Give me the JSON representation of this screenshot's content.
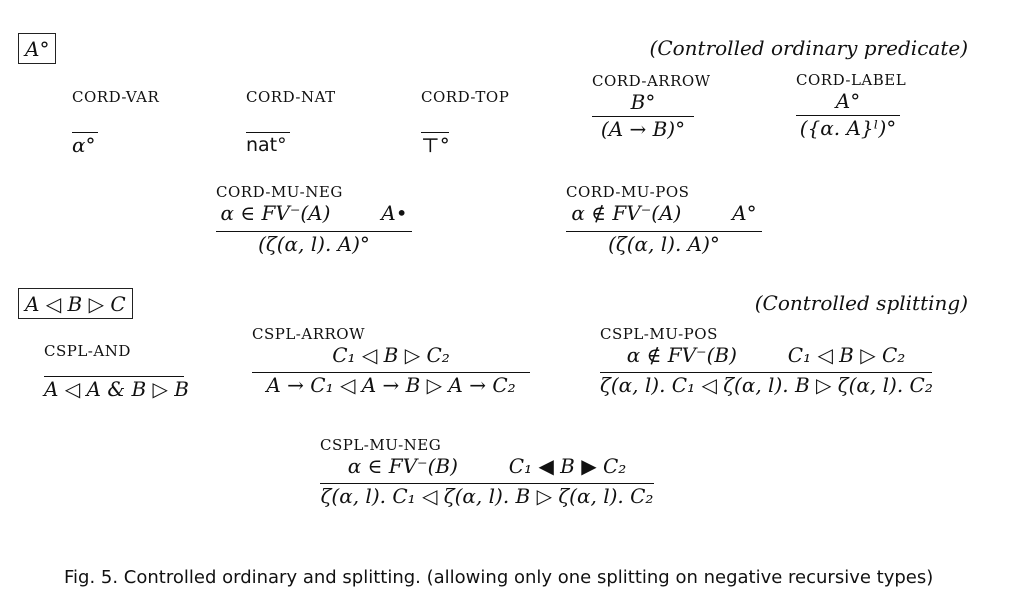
{
  "ordinary": {
    "judgment": "A°",
    "title": "(Controlled ordinary predicate)",
    "rules": [
      {
        "name": "CORD-VAR",
        "premise": "",
        "conclusion": "α°"
      },
      {
        "name": "CORD-NAT",
        "premise": "",
        "conclusion": "nat°"
      },
      {
        "name": "CORD-TOP",
        "premise": "",
        "conclusion": "⊤°"
      },
      {
        "name": "CORD-ARROW",
        "premise": "B°",
        "conclusion": "(A → B)°"
      },
      {
        "name": "CORD-LABEL",
        "premise": "A°",
        "conclusion": "({α. A}ˡ)°"
      },
      {
        "name": "CORD-MU-NEG",
        "premise": "α ∈ FV⁻(A)        A•",
        "conclusion": "(ζ(α, l). A)°"
      },
      {
        "name": "CORD-MU-POS",
        "premise": "α ∉ FV⁻(A)        A°",
        "conclusion": "(ζ(α, l). A)°"
      }
    ]
  },
  "splitting": {
    "judgment": "A ◁ B ▷ C",
    "title": "(Controlled splitting)",
    "rules": [
      {
        "name": "CSPL-AND",
        "premise": "",
        "conclusion": "A ◁ A & B ▷ B"
      },
      {
        "name": "CSPL-ARROW",
        "premise": "C₁ ◁ B ▷ C₂",
        "conclusion": "A → C₁ ◁ A → B ▷ A → C₂"
      },
      {
        "name": "CSPL-MU-POS",
        "premise": "α ∉ FV⁻(B)        C₁ ◁ B ▷ C₂",
        "conclusion": "ζ(α, l). C₁ ◁ ζ(α, l). B ▷ ζ(α, l). C₂"
      },
      {
        "name": "CSPL-MU-NEG",
        "premise": "α ∈ FV⁻(B)        C₁ ◀ B ▶ C₂",
        "conclusion": "ζ(α, l). C₁ ◁ ζ(α, l). B ▷ ζ(α, l). C₂"
      }
    ]
  },
  "caption": "Fig. 5.  Controlled ordinary and splitting. (allowing only one splitting on negative recursive types)"
}
